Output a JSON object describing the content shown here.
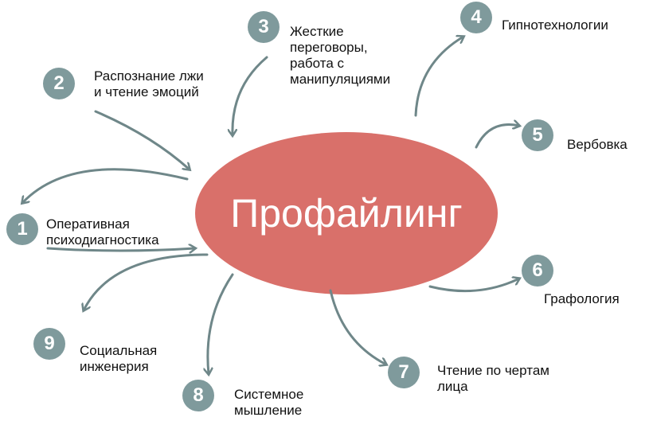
{
  "center": {
    "label": "Профайлинг",
    "color": "#d9706a"
  },
  "node_color": "#7f9a9c",
  "nodes": [
    {
      "num": "1",
      "label": "Оперативная\nпсиходиагностика"
    },
    {
      "num": "2",
      "label": "Распознание лжи\nи чтение эмоций"
    },
    {
      "num": "3",
      "label": "Жесткие\nпереговоры,\nработа с\nманипуляциями"
    },
    {
      "num": "4",
      "label": "Гипнотехнологии"
    },
    {
      "num": "5",
      "label": "Вербовка"
    },
    {
      "num": "6",
      "label": "Графология"
    },
    {
      "num": "7",
      "label": "Чтение по чертам\nлица"
    },
    {
      "num": "8",
      "label": "Системное\nмышление"
    },
    {
      "num": "9",
      "label": "Социальная\nинженерия"
    }
  ]
}
